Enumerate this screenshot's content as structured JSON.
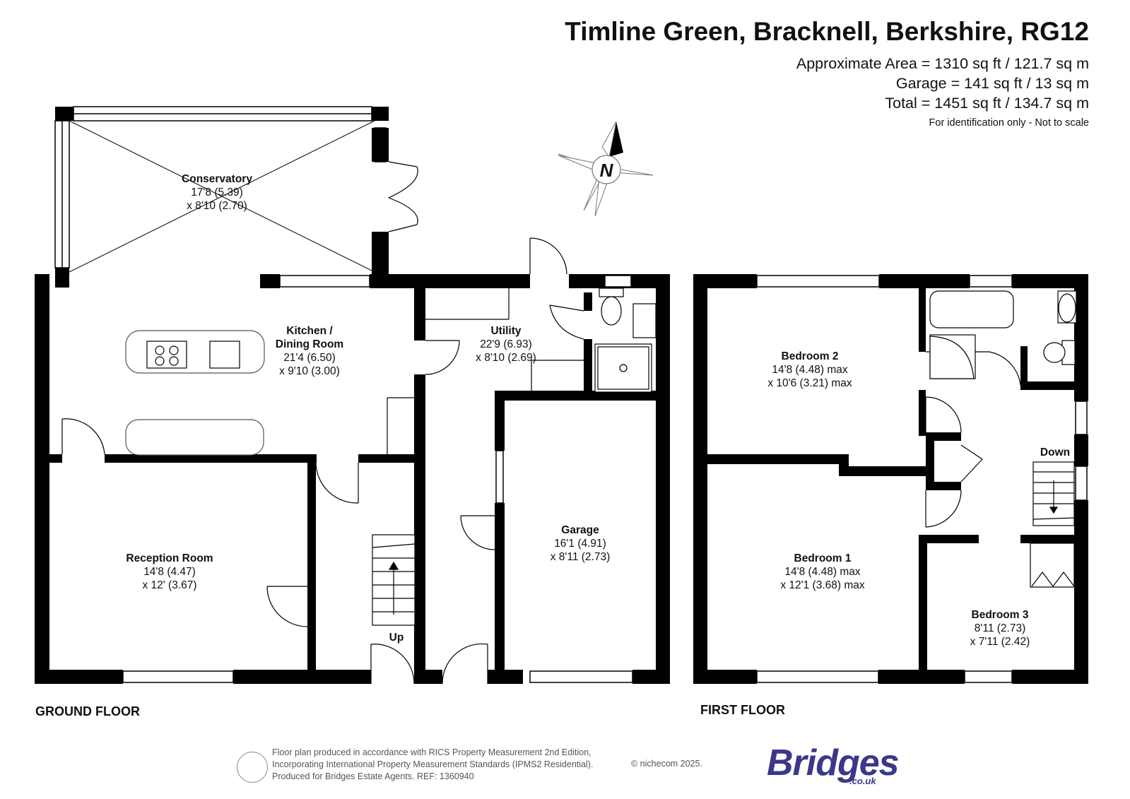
{
  "header": {
    "title": "Timline Green, Bracknell, Berkshire, RG12",
    "area_approx": "Approximate Area = 1310 sq ft / 121.7 sq m",
    "area_garage": "Garage = 141 sq ft / 13 sq m",
    "area_total": "Total = 1451 sq ft / 134.7 sq m",
    "note": "For identification only - Not to scale"
  },
  "compass": {
    "label": "N"
  },
  "floors": {
    "ground": "GROUND FLOOR",
    "first": "FIRST FLOOR"
  },
  "rooms": {
    "conservatory": {
      "name": "Conservatory",
      "dim1": "17'8 (5.39)",
      "dim2": "x 8'10 (2.70)"
    },
    "kitchen": {
      "name1": "Kitchen /",
      "name2": "Dining Room",
      "dim1": "21'4 (6.50)",
      "dim2": "x 9'10 (3.00)"
    },
    "utility": {
      "name": "Utility",
      "dim1": "22'9 (6.93)",
      "dim2": "x 8'10 (2.69)"
    },
    "reception": {
      "name": "Reception Room",
      "dim1": "14'8 (4.47)",
      "dim2": "x 12' (3.67)"
    },
    "garage": {
      "name": "Garage",
      "dim1": "16'1 (4.91)",
      "dim2": "x 8'11 (2.73)"
    },
    "bedroom2": {
      "name": "Bedroom 2",
      "dim1": "14'8 (4.48) max",
      "dim2": "x 10'6 (3.21) max"
    },
    "bedroom1": {
      "name": "Bedroom 1",
      "dim1": "14'8 (4.48) max",
      "dim2": "x 12'1 (3.68) max"
    },
    "bedroom3": {
      "name": "Bedroom 3",
      "dim1": "8'11 (2.73)",
      "dim2": "x 7'11 (2.42)"
    }
  },
  "stairs": {
    "up": "Up",
    "down": "Down"
  },
  "footer": {
    "line1": "Floor plan produced in accordance with RICS Property Measurement 2nd Edition,",
    "line2": "Incorporating International Property Measurement Standards (IPMS2 Residential).",
    "line3": "Produced for Bridges Estate Agents.    REF: 1360940",
    "copyright": "© nichecom 2025."
  },
  "brand": {
    "name": "Bridges",
    "domain": ".co.uk",
    "color": "#3a3889"
  },
  "colors": {
    "wall": "#000000",
    "fixture": "#555555"
  }
}
